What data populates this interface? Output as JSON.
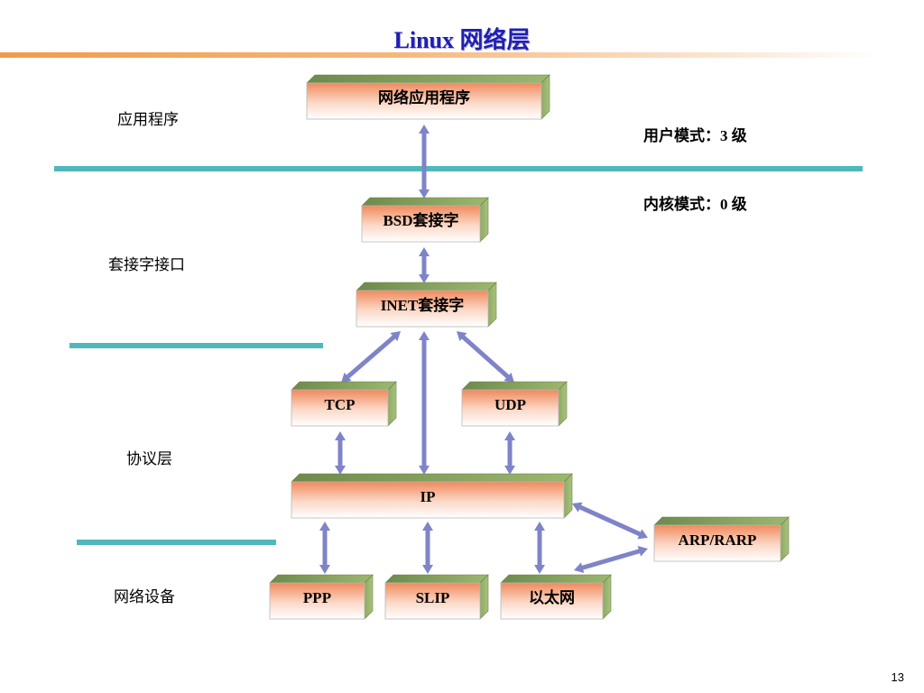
{
  "title": "Linux 网络层",
  "layers": {
    "app": "应用程序",
    "socket": "套接字接口",
    "protocol": "协议层",
    "device": "网络设备"
  },
  "modes": {
    "user": "用户模式：3 级",
    "kernel": "内核模式：0 级"
  },
  "boxes": {
    "net_app": "网络应用程序",
    "bsd": "BSD套接字",
    "inet": "INET套接字",
    "tcp": "TCP",
    "udp": "UDP",
    "ip": "IP",
    "arp": "ARP/RARP",
    "ppp": "PPP",
    "slip": "SLIP",
    "ethernet": "以太网"
  },
  "colors": {
    "title": "#1f1fb4",
    "separator": "#4fb8bd",
    "box_top": "#f08a5d",
    "box_side": "#8faa62",
    "arrow": "#7f84c8"
  },
  "page_number": "13"
}
